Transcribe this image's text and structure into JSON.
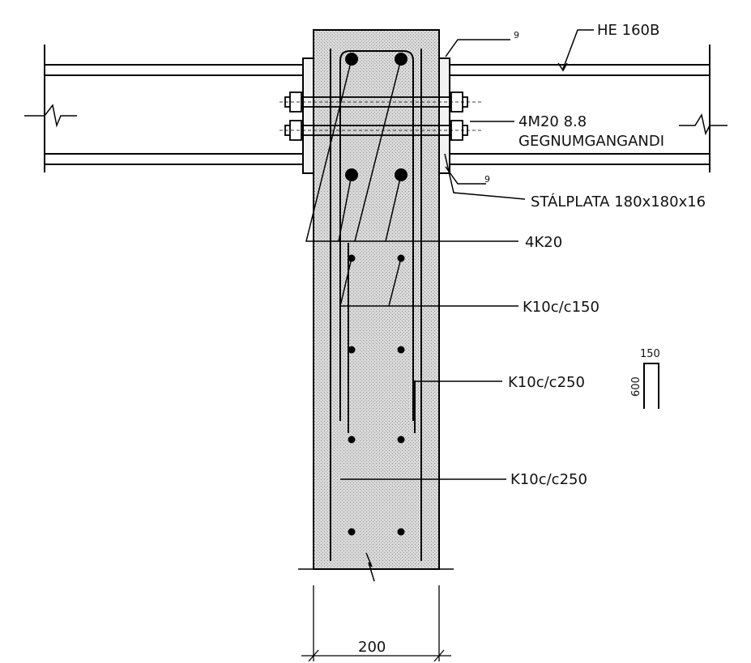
{
  "labels": {
    "beam_profile": "HE 160B",
    "bolts_line1": "4M20  8.8",
    "bolts_line2": "GEGNUMGANGANDI",
    "steel_plate": "STÁLPLATA  180x180x16",
    "main_bars": "4K20",
    "stirrups_upper": "K10c/c150",
    "stirrups_middle": "K10c/c250",
    "stirrups_lower": "K10c/c250",
    "weld_top": "9",
    "weld_bottom": "9"
  },
  "stirrup_detail": {
    "width": "150",
    "height": "600"
  },
  "dimensions": {
    "column_width": "200"
  }
}
